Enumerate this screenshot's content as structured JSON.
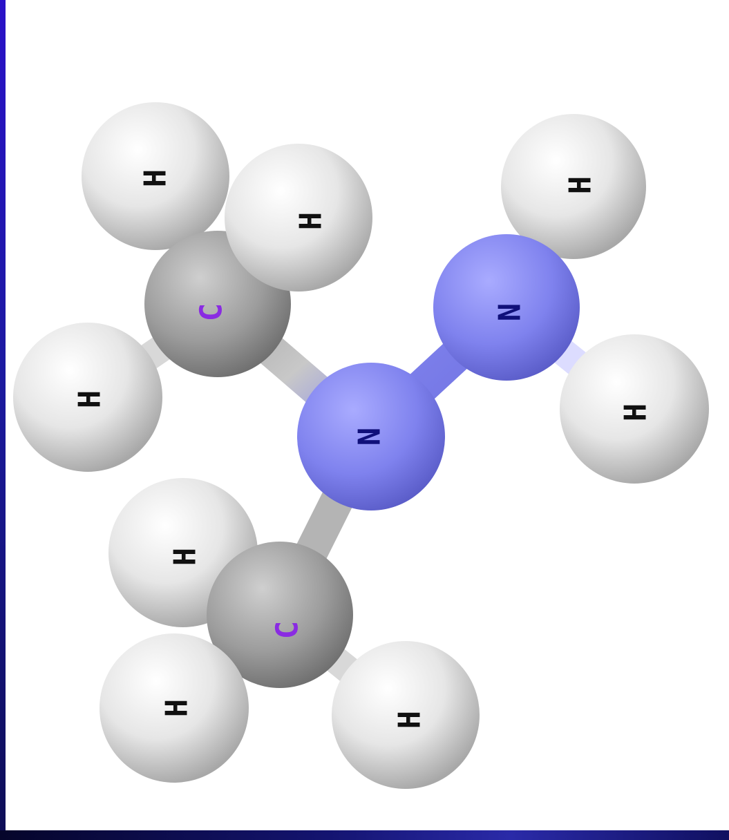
{
  "colors": {
    "hydrogen": "#e8e8e8",
    "carbon": "#9a9a9a",
    "nitrogen": "#7f82ee",
    "label_h": "#111111",
    "label_c": "#8a2be2",
    "label_n": "#10107a",
    "frame": "#2018b0"
  },
  "atoms": {
    "h1": {
      "symbol": "H"
    },
    "h2": {
      "symbol": "H"
    },
    "h3": {
      "symbol": "H"
    },
    "c1": {
      "symbol": "C"
    },
    "n1": {
      "symbol": "N"
    },
    "n2": {
      "symbol": "N"
    },
    "h4": {
      "symbol": "H"
    },
    "h5": {
      "symbol": "H"
    },
    "h6": {
      "symbol": "H"
    },
    "c2": {
      "symbol": "C"
    },
    "h7": {
      "symbol": "H"
    },
    "h8": {
      "symbol": "H"
    }
  }
}
